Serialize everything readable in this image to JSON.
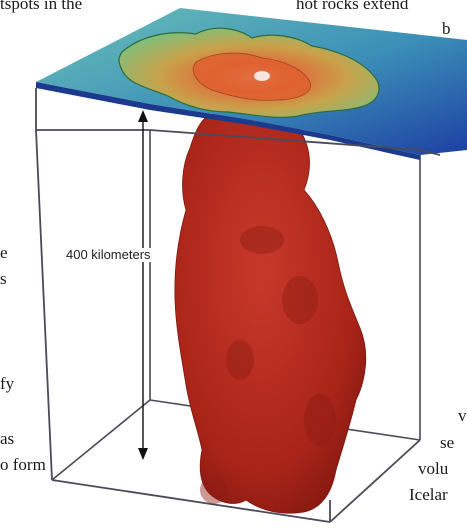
{
  "figure": {
    "measure_label": "400 kilometers"
  },
  "fragments": {
    "top_left": "tspots in the",
    "top_right": "hot rocks extend",
    "top_right_b": "b",
    "left_1": "e",
    "left_2": "s",
    "left_3": "fy",
    "left_4": "as",
    "left_5": "o form",
    "right_1": "v",
    "right_2": "se",
    "right_3": "volu",
    "right_4": "Icelar"
  },
  "colors": {
    "plume": "#b0281e",
    "ocean_deep": "#1d3fa3",
    "ocean_shallow": "#5fb5b0",
    "land_low": "#7fbf7a",
    "land_high": "#e06a3a",
    "box_edge": "#4a4a58"
  }
}
